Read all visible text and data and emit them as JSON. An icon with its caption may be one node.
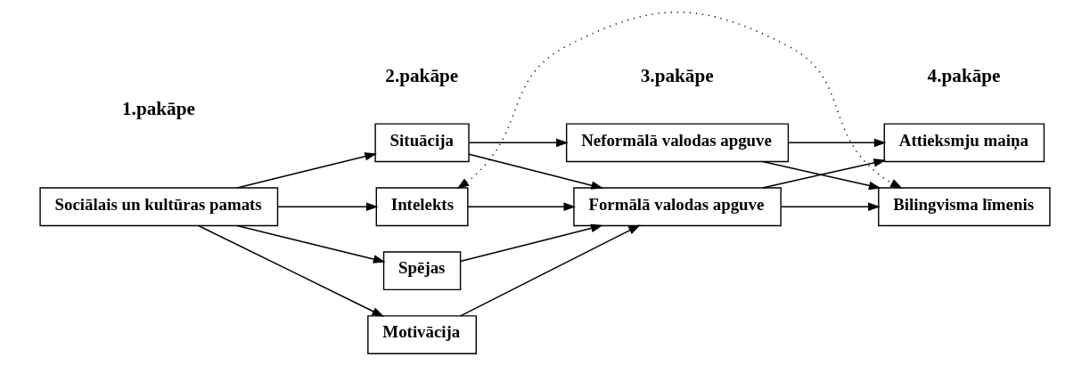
{
  "diagram": {
    "nodes": [
      {
        "text": [
          "Sociālais un kultūras pamats"
        ]
      },
      {
        "text": [
          "Intelekts"
        ]
      },
      {
        "text": [
          "Spējas"
        ]
      },
      {
        "text": [
          "Motivācija"
        ]
      },
      {
        "text": [
          "Situācija"
        ]
      },
      {
        "text": [
          "Formālā valodas apguve"
        ]
      },
      {
        "text": [
          "Neformālā valodas apguve"
        ]
      },
      {
        "text": [
          "Bilingvisma līmenis"
        ]
      },
      {
        "text": [
          "Attieksmju maiņa"
        ]
      }
    ],
    "edges": [
      {
        "from": 1,
        "to": 7,
        "arrow": "both",
        "style": "dashed"
      },
      {
        "from": 0,
        "to": 1,
        "arrow": "to"
      },
      {
        "from": 0,
        "to": 2,
        "arrow": "to"
      },
      {
        "from": 0,
        "to": 3,
        "arrow": "to"
      },
      {
        "from": 0,
        "to": 4,
        "arrow": "to"
      },
      {
        "from": 1,
        "to": 5,
        "arrow": "to"
      },
      {
        "from": 2,
        "to": 5,
        "arrow": "to"
      },
      {
        "from": 3,
        "to": 5,
        "arrow": "to"
      },
      {
        "from": 4,
        "to": 5,
        "arrow": "to"
      },
      {
        "from": 4,
        "to": 6,
        "arrow": "to"
      },
      {
        "from": 5,
        "to": 7,
        "arrow": "to"
      },
      {
        "from": 5,
        "to": 8,
        "arrow": "to"
      },
      {
        "from": 6,
        "to": 7,
        "arrow": "to"
      },
      {
        "from": 6,
        "to": 8,
        "arrow": "to"
      }
    ],
    "labels": [
      "1.pakāpe",
      "2.pakāpe",
      "3.pakāpe",
      "4.pakāpe"
    ]
  }
}
